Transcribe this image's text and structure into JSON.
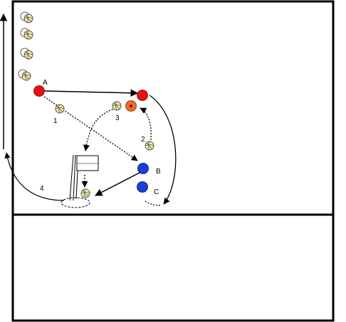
{
  "players": [
    {
      "id": "A",
      "label": "A",
      "color": "#e81010"
    },
    {
      "id": "A2",
      "label": "",
      "color": "#e81010"
    },
    {
      "id": "S",
      "label": "",
      "color": "#f06a2a"
    },
    {
      "id": "B",
      "label": "B",
      "color": "#1a3fd6"
    },
    {
      "id": "C",
      "label": "C",
      "color": "#1a3fd6"
    }
  ],
  "steps": [
    {
      "id": "1",
      "label": "1"
    },
    {
      "id": "2",
      "label": "2"
    },
    {
      "id": "3",
      "label": "3"
    },
    {
      "id": "4",
      "label": "4"
    }
  ],
  "colors": {
    "lines": "#000000",
    "ball": "#f3eaa6",
    "ball_outline": "#555555"
  },
  "icons": [
    "volleyball-icon",
    "cone-icon",
    "flag-target-icon",
    "arrow-icon"
  ]
}
